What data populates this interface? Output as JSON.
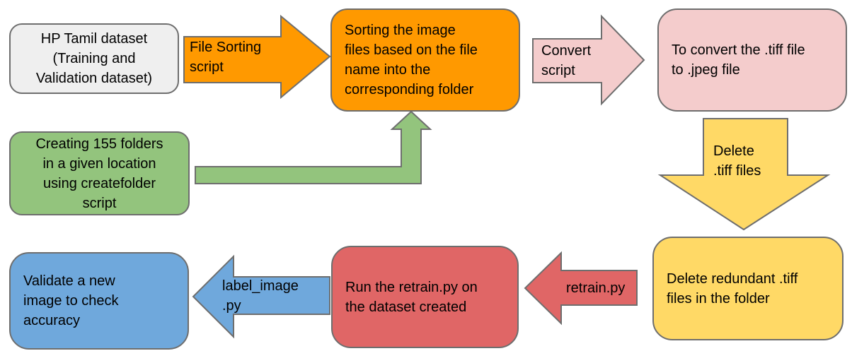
{
  "nodes": {
    "dataset": {
      "text": "HP Tamil dataset\n(Training and\nValidation dataset)",
      "fill": "#efefef"
    },
    "sorting": {
      "text": "Sorting the image\nfiles based on the file\nname into the\ncorresponding folder",
      "fill": "#ff9900"
    },
    "convert": {
      "text": "To convert the .tiff file\nto .jpeg file",
      "fill": "#f4cccc"
    },
    "create_folders": {
      "text": "Creating 155 folders\nin a given location\nusing createfolder\nscript",
      "fill": "#93c47d"
    },
    "delete_redundant": {
      "text": "Delete redundant .tiff\nfiles in the folder",
      "fill": "#ffd966"
    },
    "run_retrain": {
      "text": "Run the retrain.py on\nthe dataset created",
      "fill": "#e06666"
    },
    "validate": {
      "text": "Validate a new\nimage to check\naccuracy",
      "fill": "#6fa8dc"
    }
  },
  "arrows": {
    "file_sorting": {
      "label": "File Sorting\nscript",
      "fill": "#ff9900"
    },
    "convert_script": {
      "label": "Convert\nscript",
      "fill": "#f4cccc"
    },
    "create_to_sorting": {
      "fill": "#93c47d"
    },
    "delete_tiff": {
      "label": "Delete\n.tiff files",
      "fill": "#ffd966"
    },
    "retrain_py": {
      "label": "retrain.py",
      "fill": "#e06666"
    },
    "label_image_py": {
      "label": "label_image\n.py",
      "fill": "#6fa8dc"
    }
  },
  "style": {
    "outline_color": "#6e6e6e",
    "text_color": "#000000",
    "background_color": "#ffffff"
  }
}
